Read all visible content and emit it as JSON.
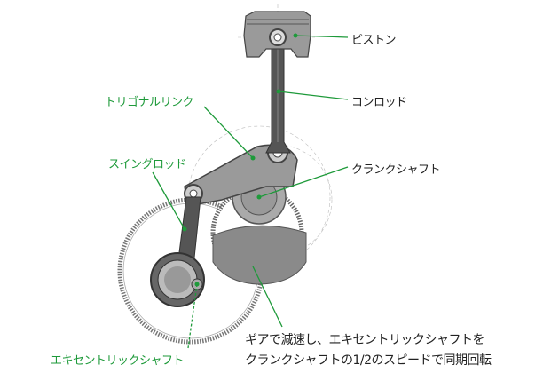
{
  "labels": {
    "piston": "ピストン",
    "conrod": "コンロッド",
    "trigonal_link": "トリゴナルリンク",
    "swing_rod": "スイングロッド",
    "crankshaft": "クランクシャフト",
    "eccentric_shaft": "エキセントリックシャフト"
  },
  "caption": {
    "line1": "ギアで減速し、エキセントリックシャフトを",
    "line2": "クランクシャフトの1/2のスピードで同期回転"
  },
  "colors": {
    "leader": "#1e9a3a",
    "part": "#8a8a8a",
    "dark": "#444444"
  }
}
